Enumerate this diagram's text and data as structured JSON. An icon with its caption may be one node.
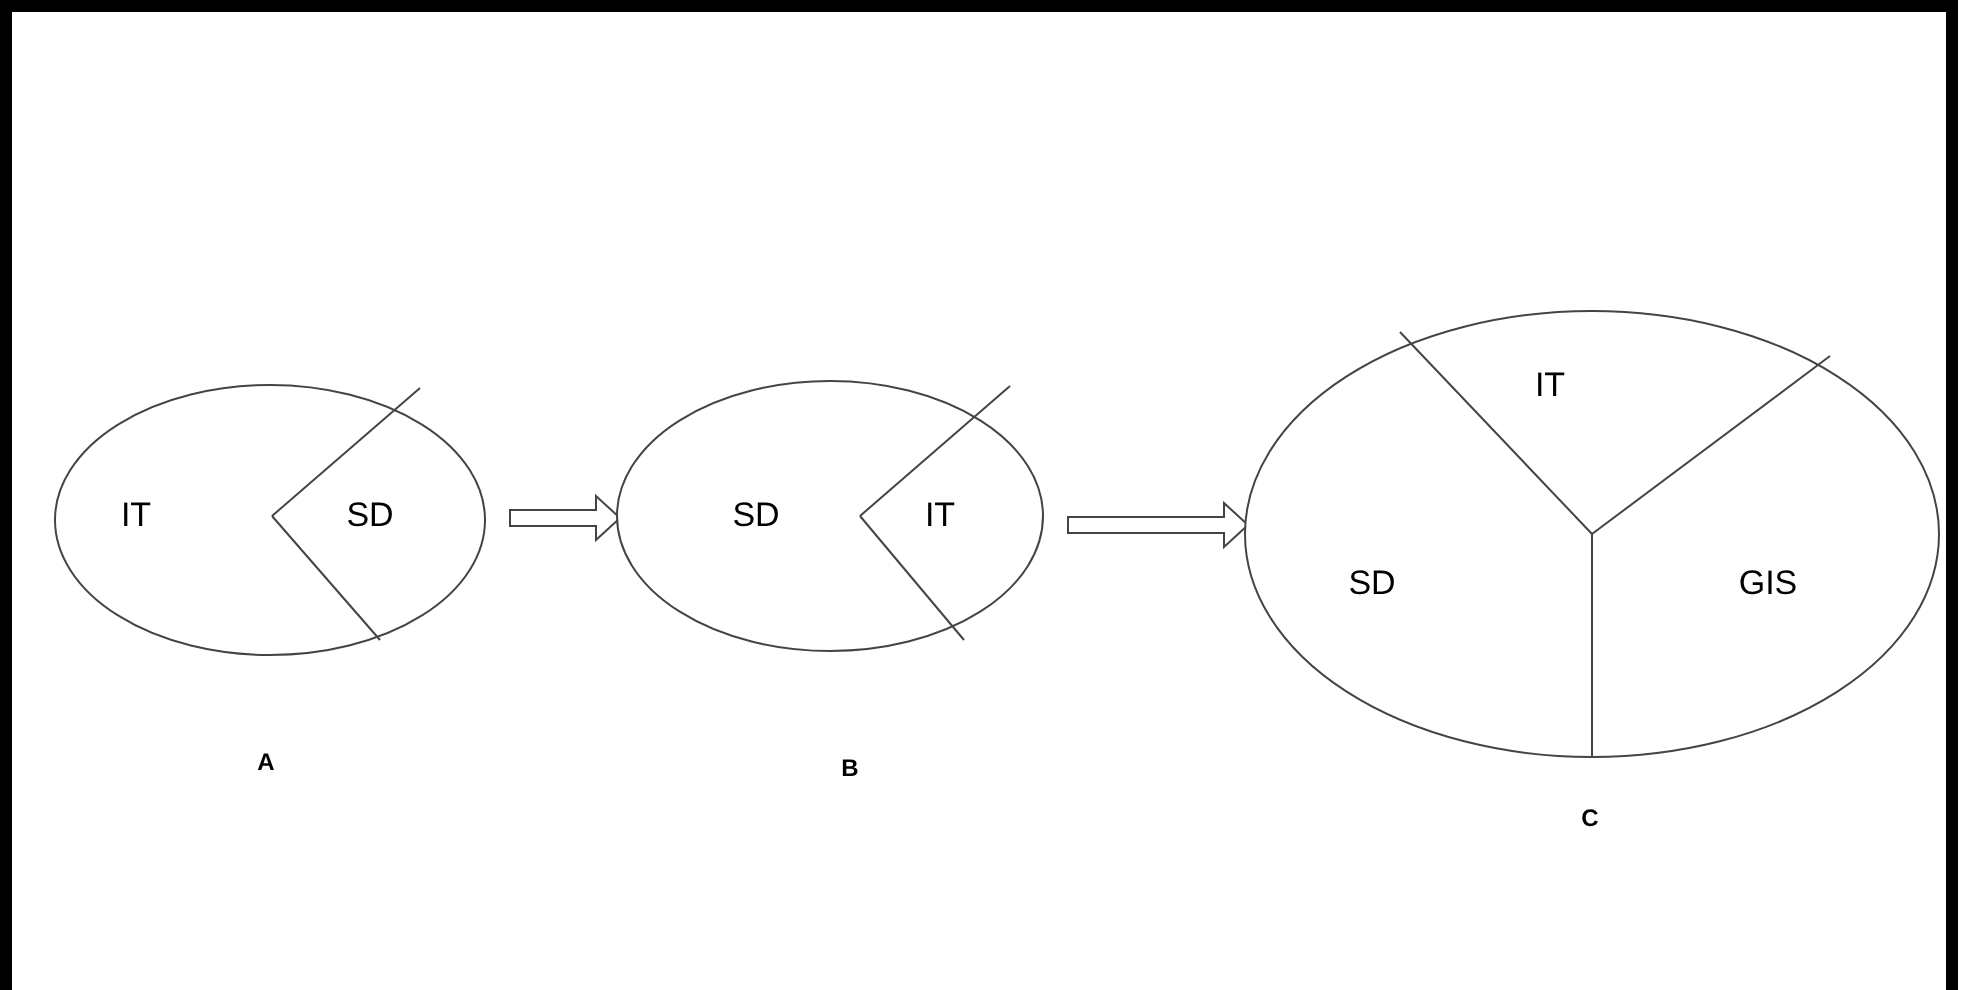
{
  "diagram": {
    "nodes": [
      {
        "text": [
          "IT",
          "SD"
        ]
      },
      {
        "text": [
          "SD",
          "IT"
        ]
      },
      {
        "text": [
          "IT",
          "SD",
          "GIS"
        ]
      }
    ],
    "edges": [
      {
        "from": 0,
        "to": 1,
        "arrow": "to"
      },
      {
        "from": 1,
        "to": 2,
        "arrow": "to"
      }
    ],
    "labels": [
      "A",
      "B",
      "C"
    ]
  }
}
